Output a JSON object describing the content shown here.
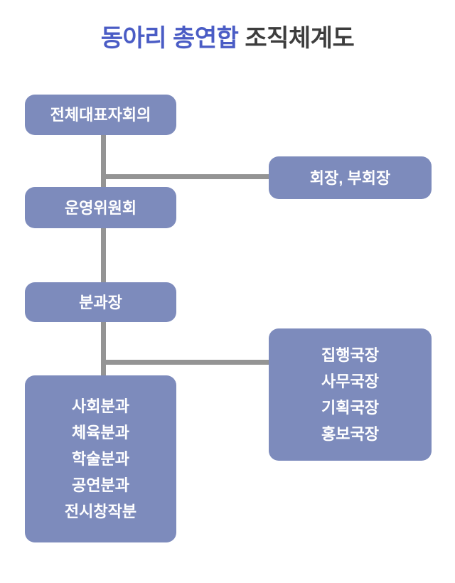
{
  "title": {
    "highlight": "동아리 총연합",
    "rest": " 조직체계도"
  },
  "colors": {
    "box_fill": "#7d8bbc",
    "title_highlight": "#4a5cc5",
    "title_text": "#3d3d3d",
    "line_color": "#949494"
  },
  "nodes": {
    "general_assembly": {
      "label": "전체대표자회의"
    },
    "president": {
      "label": "회장, 부회장"
    },
    "steering_committee": {
      "label": "운영위원회"
    },
    "division_head": {
      "label": "분과장"
    },
    "directors": {
      "lines": [
        "집행국장",
        "사무국장",
        "기획국장",
        "홍보국장"
      ]
    },
    "divisions": {
      "lines": [
        "사회분과",
        "체육분과",
        "학술분과",
        "공연분과",
        "전시창작분"
      ]
    }
  }
}
